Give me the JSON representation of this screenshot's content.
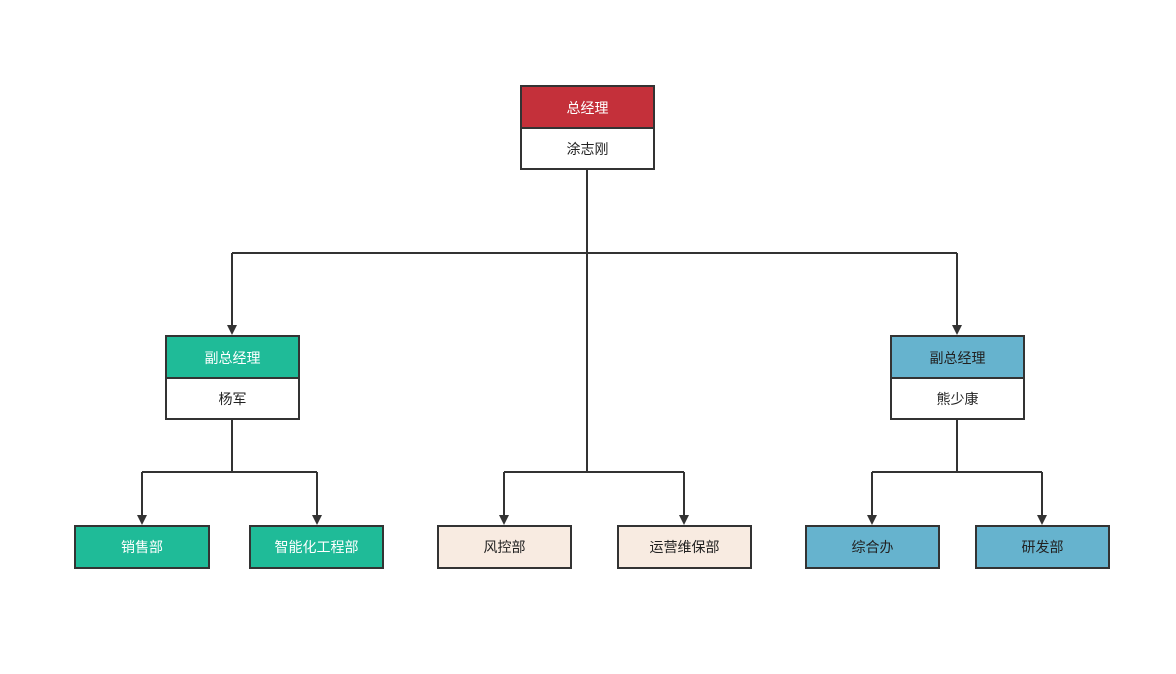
{
  "colors": {
    "line": "#333333",
    "ceo": "#C4303A",
    "vp_left": "#1FBB98",
    "vp_right": "#66B3CE",
    "center_dept": "#F8EBE1",
    "name_bg": "#FFFFFF"
  },
  "ceo": {
    "title": "总经理",
    "name": "涂志刚"
  },
  "vp_left": {
    "title": "副总经理",
    "name": "杨军",
    "departments": [
      "销售部",
      "智能化工程部"
    ]
  },
  "vp_right": {
    "title": "副总经理",
    "name": "熊少康",
    "departments": [
      "综合办",
      "研发部"
    ]
  },
  "direct_departments": [
    "风控部",
    "运营维保部"
  ]
}
